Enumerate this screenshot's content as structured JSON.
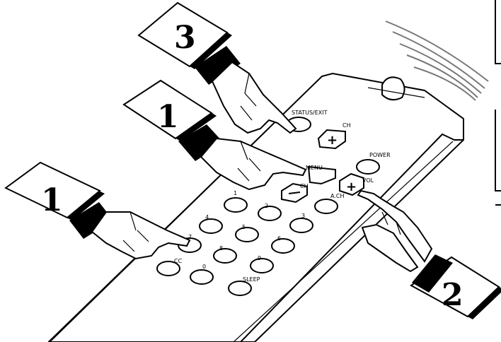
{
  "remote": {
    "labels": {
      "status_exit": "STATUS/EXIT",
      "ch_top": "CH",
      "power": "POWER",
      "menu": "MENU",
      "ch_mid": "CH",
      "vol": "VOL",
      "alt_ch": "A.CH",
      "cc": "CC",
      "sleep": "SLEEP"
    },
    "digits": [
      "1",
      "2",
      "3",
      "4",
      "5",
      "6",
      "7",
      "8",
      "9",
      "0"
    ]
  },
  "steps": [
    {
      "number": "3",
      "target": "status_exit"
    },
    {
      "number": "1",
      "target": "menu"
    },
    {
      "number": "1",
      "target": "digit_7"
    },
    {
      "number": "2",
      "target": "vol_plus"
    }
  ],
  "colors": {
    "ink": "#000000",
    "paper": "#ffffff",
    "signal": "#777777"
  }
}
